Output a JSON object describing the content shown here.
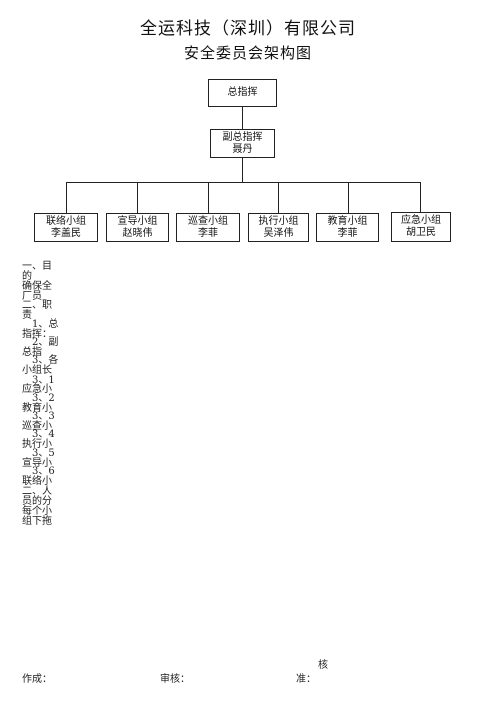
{
  "doc": {
    "title": "全运科技（深圳）有限公司",
    "subtitle": "安全委员会架构图"
  },
  "org": {
    "commander": "总指挥",
    "deputy_title": "副总指挥",
    "deputy_name": "聂丹",
    "groups": [
      {
        "name": "联络小组",
        "leader": "李盖民"
      },
      {
        "name": "宣导小组",
        "leader": "赵晓伟"
      },
      {
        "name": "巡查小组",
        "leader": "李菲"
      },
      {
        "name": "执行小组",
        "leader": "吴泽伟"
      },
      {
        "name": "教育小组",
        "leader": "李菲"
      },
      {
        "name": "应急小组",
        "leader": "胡卫民"
      }
    ]
  },
  "notes": [
    "一、目",
    "的",
    "确保全",
    "厂员",
    "二、职",
    "责",
    "1、总",
    "指挥：",
    "2、副",
    "总指",
    "3、各",
    "小组长",
    "3、1",
    "应急小",
    "3、2",
    "教育小",
    "3、3",
    "巡查小",
    "3、4",
    "执行小",
    "3、5",
    "宣导小",
    "3、6",
    "联络小",
    "二、人",
    "员的分",
    "每个小",
    "组下拖"
  ],
  "footer": {
    "made_by": "作成：",
    "reviewed_by": "审核：",
    "approve_top": "核",
    "approve_bottom": "准："
  }
}
